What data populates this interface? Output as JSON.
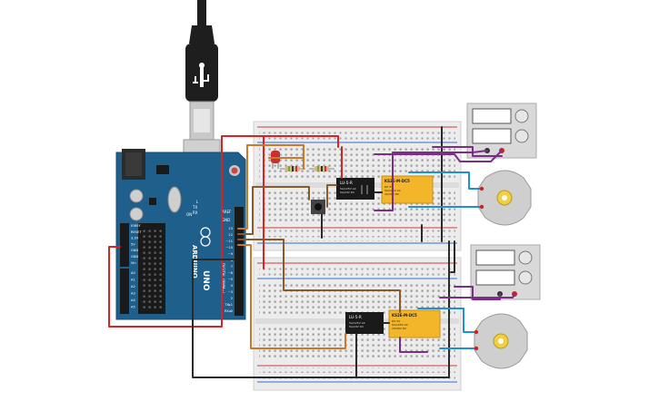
{
  "arduino": {
    "brand_text": "ARDUINO",
    "model_text": "UNO",
    "on_label": "ON",
    "tx_label": "TX",
    "rx_label": "RX",
    "l_label": "L",
    "aref_label": "AREF",
    "gnd_label": "GND",
    "digital_pins": [
      "13",
      "12",
      "~11",
      "~10",
      "~9",
      "8",
      "7",
      "~6",
      "~5",
      "4",
      "~3",
      "2",
      "TX▸1",
      "RX◂0"
    ],
    "digital_label": "DIGITAL (PWM~)",
    "power_pins": [
      "IOREF",
      "RESET",
      "3.3V",
      "5V",
      "GND",
      "GND",
      "Vin"
    ],
    "analog_pins": [
      "A0",
      "A1",
      "A2",
      "A3",
      "A4",
      "A5"
    ],
    "power_label": "POWER",
    "analog_label": "ANALOG IN"
  },
  "relay_small_top": {
    "title": "LU-5-R",
    "spec1": "5A/125V AC",
    "spec2": "5A/24V DC"
  },
  "relay_large_top": {
    "title": "KS2E-M-DC5",
    "spec1": "DC 5V",
    "spec2": "5A/125V AC",
    "spec3": "2A/30V DC"
  },
  "relay_small_bottom": {
    "title": "LU-5-R",
    "spec1": "5A/125V AC",
    "spec2": "5A/24V DC"
  },
  "relay_large_bottom": {
    "title": "KS2E-M-DC5",
    "spec1": "DC 5V",
    "spec2": "5A/125V AC",
    "spec3": "2A/30V DC"
  },
  "colors": {
    "board": "#1f5f8c",
    "breadboard": "#ececec",
    "rail_red": "#d23b3b",
    "rail_blue": "#2e6fd0",
    "wire_red": "#d42424",
    "wire_black": "#2a2a2a",
    "wire_orange": "#c8792a",
    "wire_brown": "#8a5a2b",
    "wire_purple": "#7a2e86",
    "wire_blue": "#1f8fd6",
    "relay_yellow": "#f3b52a",
    "motor_gray": "#cfcfcf",
    "supply_gray": "#d9d9d9"
  }
}
